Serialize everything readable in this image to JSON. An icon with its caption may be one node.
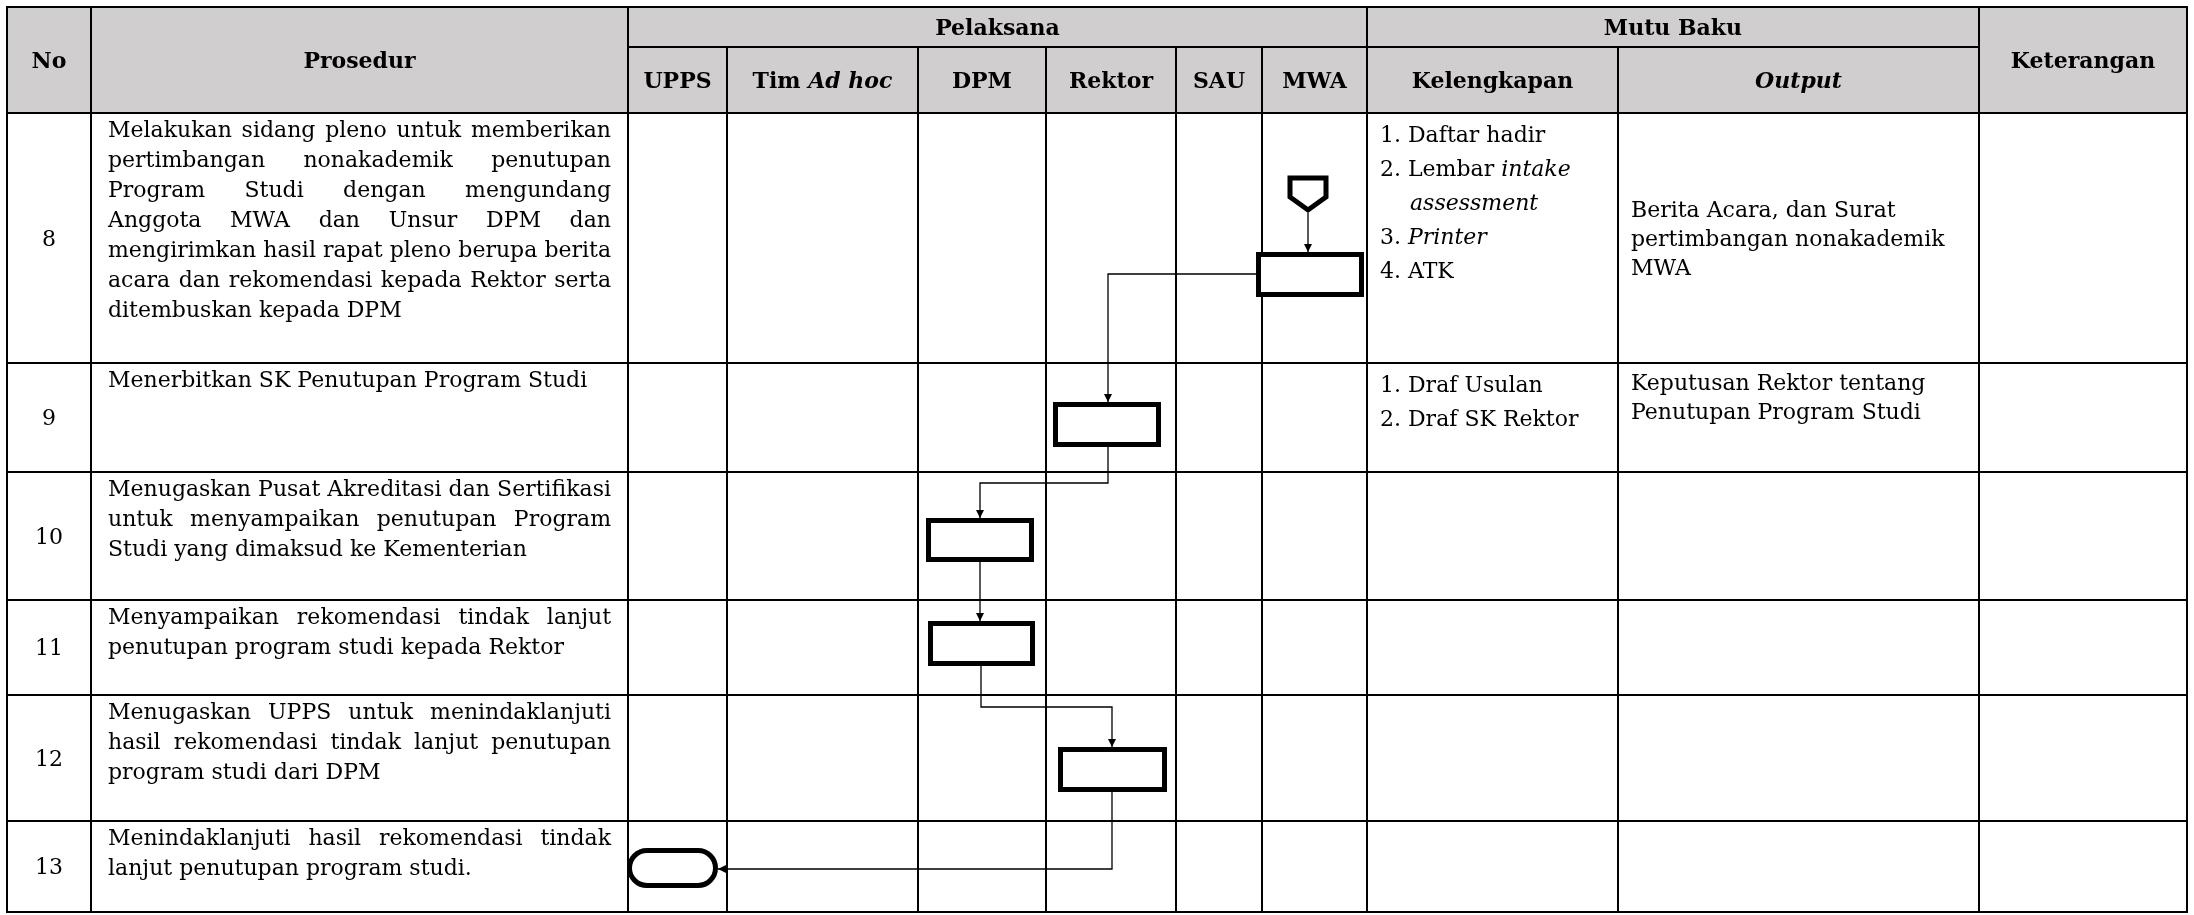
{
  "diagram": {
    "nodes": [
      {
        "text": [],
        "shape": "pentagon"
      },
      {
        "text": [],
        "shape": "box"
      },
      {
        "text": [],
        "shape": "box"
      },
      {
        "text": [],
        "shape": "box"
      },
      {
        "text": [],
        "shape": "box"
      },
      {
        "text": [],
        "shape": "box"
      },
      {
        "text": [],
        "shape": "pill"
      }
    ],
    "edges": [
      {
        "from": 0,
        "to": 1,
        "arrow": "to"
      },
      {
        "from": 1,
        "to": 2,
        "arrow": "to"
      },
      {
        "from": 2,
        "to": 3,
        "arrow": "to"
      },
      {
        "from": 3,
        "to": 4,
        "arrow": "to"
      },
      {
        "from": 4,
        "to": 5,
        "arrow": "to"
      },
      {
        "from": 5,
        "to": 6,
        "arrow": "to"
      }
    ],
    "labels": [
      "No",
      "Prosedur",
      "Pelaksana",
      "Mutu Baku",
      "Keterangan",
      "UPPS",
      "Tim *Ad hoc*",
      "DPM",
      "Rektor",
      "SAU",
      "MWA",
      "Kelengkapan",
      "Output",
      "8",
      "Melakukan sidang pleno untuk memberikan pertimbangan nonakademik penutupan Program Studi dengan mengundang Anggota MWA dan Unsur DPM dan mengirimkan hasil rapat pleno berupa berita acara dan rekomendasi kepada Rektor serta ditembuskan kepada DPM",
      "1. Daftar hadir",
      "2. Lembar *intake assessment*",
      "3. *Printer*",
      "4. ATK",
      "Berita Acara, dan Surat pertimbangan nonakademik MWA",
      "9",
      "Menerbitkan SK Penutupan Program Studi",
      "1. Draf Usulan",
      "2. Draf SK Rektor",
      "Keputusan Rektor tentang Penutupan Program Studi",
      "10",
      "Menugaskan Pusat Akreditasi dan Sertifikasi untuk menyampaikan penutupan Program Studi yang dimaksud ke Kementerian",
      "11",
      "Menyampaikan rekomendasi tindak lanjut penutupan program studi kepada Rektor",
      "12",
      "Menugaskan UPPS untuk menindaklanjuti hasil rekomendasi tindak lanjut penutupan program studi dari DPM",
      "13",
      "Menindaklanjuti hasil rekomendasi tindak lanjut penutupan program studi."
    ]
  }
}
